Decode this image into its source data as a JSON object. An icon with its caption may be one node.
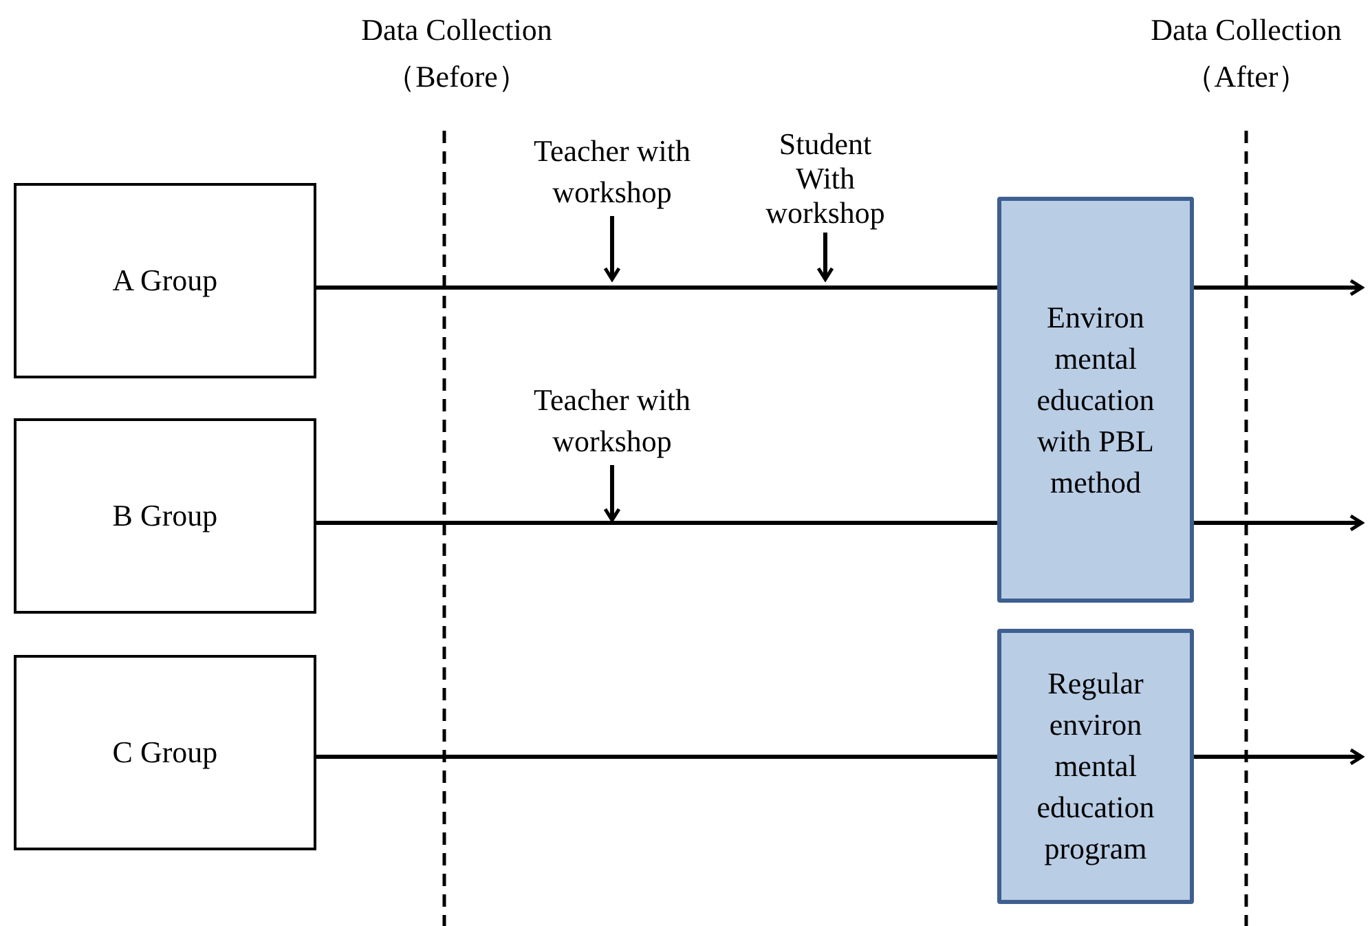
{
  "diagram": {
    "nodes": [
      {
        "text": [
          "A Group"
        ]
      },
      {
        "text": [
          "B Group"
        ]
      },
      {
        "text": [
          "C Group"
        ]
      },
      {
        "text": [
          "Environ mental education with PBL method"
        ]
      },
      {
        "text": [
          "Regular environ mental education program"
        ]
      },
      {
        "text": [
          "Teacher with workshop"
        ]
      },
      {
        "text": [
          "Student With workshop"
        ]
      },
      {
        "text": [
          "Teacher with workshop"
        ]
      }
    ],
    "edges": [
      {
        "from": 0,
        "to": 3,
        "arrow": "none"
      },
      {
        "from": 3,
        "to": null,
        "arrow": "to"
      },
      {
        "from": 1,
        "to": 3,
        "arrow": "none"
      },
      {
        "from": 3,
        "to": null,
        "arrow": "to"
      },
      {
        "from": 2,
        "to": 4,
        "arrow": "none"
      },
      {
        "from": 4,
        "to": null,
        "arrow": "to"
      },
      {
        "from": 5,
        "to": null,
        "arrow": "to"
      },
      {
        "from": 6,
        "to": null,
        "arrow": "to"
      },
      {
        "from": 7,
        "to": null,
        "arrow": "to"
      }
    ],
    "labels": [
      "Data Collection （Before）",
      "Data Collection （After）"
    ]
  }
}
